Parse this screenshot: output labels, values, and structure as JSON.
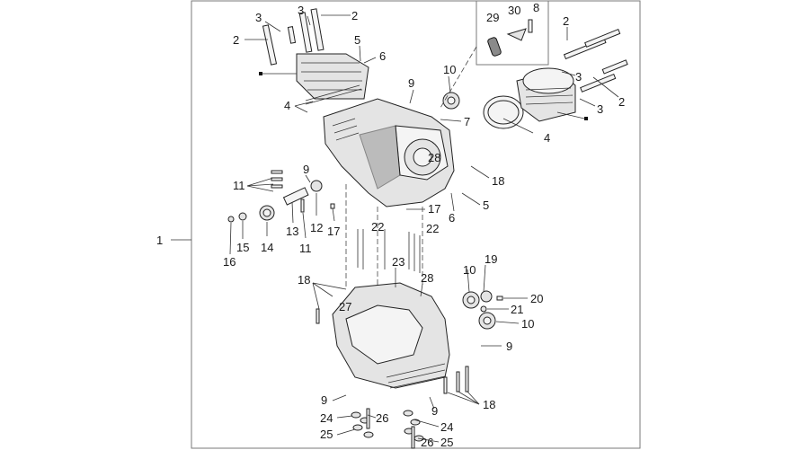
{
  "diagram": {
    "callouts": [
      {
        "id": "c1",
        "text": "1"
      },
      {
        "id": "c2a",
        "text": "2"
      },
      {
        "id": "c2b",
        "text": "2"
      },
      {
        "id": "c2c",
        "text": "2"
      },
      {
        "id": "c2d",
        "text": "2"
      },
      {
        "id": "c3a",
        "text": "3"
      },
      {
        "id": "c3b",
        "text": "3"
      },
      {
        "id": "c3c",
        "text": "3"
      },
      {
        "id": "c3d",
        "text": "3"
      },
      {
        "id": "c4a",
        "text": "4"
      },
      {
        "id": "c4b",
        "text": "4"
      },
      {
        "id": "c5a",
        "text": "5"
      },
      {
        "id": "c5b",
        "text": "5"
      },
      {
        "id": "c6a",
        "text": "6"
      },
      {
        "id": "c6b",
        "text": "6"
      },
      {
        "id": "c7",
        "text": "7"
      },
      {
        "id": "c8",
        "text": "8"
      },
      {
        "id": "c9a",
        "text": "9"
      },
      {
        "id": "c9b",
        "text": "9"
      },
      {
        "id": "c9c",
        "text": "9"
      },
      {
        "id": "c9d",
        "text": "9"
      },
      {
        "id": "c9e",
        "text": "9"
      },
      {
        "id": "c10a",
        "text": "10"
      },
      {
        "id": "c10b",
        "text": "10"
      },
      {
        "id": "c10c",
        "text": "10"
      },
      {
        "id": "c11a",
        "text": "11"
      },
      {
        "id": "c11b",
        "text": "11"
      },
      {
        "id": "c12",
        "text": "12"
      },
      {
        "id": "c13",
        "text": "13"
      },
      {
        "id": "c14",
        "text": "14"
      },
      {
        "id": "c15",
        "text": "15"
      },
      {
        "id": "c16",
        "text": "16"
      },
      {
        "id": "c17a",
        "text": "17"
      },
      {
        "id": "c17b",
        "text": "17"
      },
      {
        "id": "c18a",
        "text": "18"
      },
      {
        "id": "c18b",
        "text": "18"
      },
      {
        "id": "c18c",
        "text": "18"
      },
      {
        "id": "c19",
        "text": "19"
      },
      {
        "id": "c20",
        "text": "20"
      },
      {
        "id": "c21",
        "text": "21"
      },
      {
        "id": "c22a",
        "text": "22"
      },
      {
        "id": "c22b",
        "text": "22"
      },
      {
        "id": "c23",
        "text": "23"
      },
      {
        "id": "c24a",
        "text": "24"
      },
      {
        "id": "c24b",
        "text": "24"
      },
      {
        "id": "c25a",
        "text": "25"
      },
      {
        "id": "c25b",
        "text": "25"
      },
      {
        "id": "c26a",
        "text": "26"
      },
      {
        "id": "c26b",
        "text": "26"
      },
      {
        "id": "c27",
        "text": "27"
      },
      {
        "id": "c28a",
        "text": "28"
      },
      {
        "id": "c28b",
        "text": "28"
      },
      {
        "id": "c29",
        "text": "29"
      },
      {
        "id": "c30",
        "text": "30"
      }
    ]
  }
}
